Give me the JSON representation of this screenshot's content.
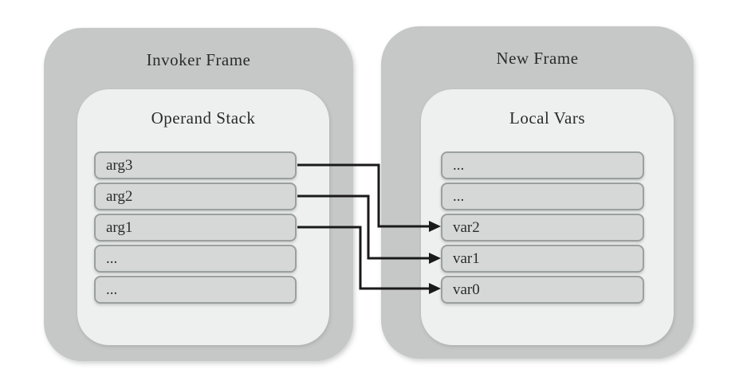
{
  "diagram": {
    "invoker_frame": {
      "title": "Invoker Frame",
      "stack_title": "Operand Stack",
      "rows": [
        "arg3",
        "arg2",
        "arg1",
        "...",
        "..."
      ]
    },
    "new_frame": {
      "title": "New Frame",
      "stack_title": "Local Vars",
      "rows": [
        "...",
        "...",
        "var2",
        "var1",
        "var0"
      ]
    },
    "connections": [
      {
        "from": "arg3",
        "to": "var2"
      },
      {
        "from": "arg2",
        "to": "var1"
      },
      {
        "from": "arg1",
        "to": "var0"
      }
    ],
    "colors": {
      "frame_bg": "#c6c8c7",
      "inner_panel_bg": "#eef0ef",
      "row_bg": "#d6d8d7",
      "row_border": "#9aa09d",
      "arrow": "#1a1a1a",
      "text": "#2b2b2b",
      "canvas_bg": "#ffffff"
    }
  }
}
